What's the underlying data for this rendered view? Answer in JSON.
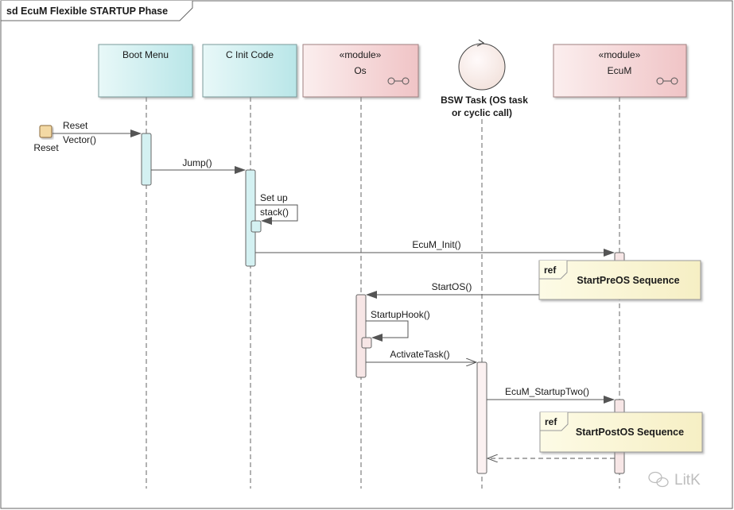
{
  "frame": {
    "title": "sd EcuM Flexible STARTUP Phase"
  },
  "lifelines": [
    {
      "id": "boot",
      "name": "Boot Menu",
      "stereotype": ""
    },
    {
      "id": "cinit",
      "name": "C Init Code",
      "stereotype": ""
    },
    {
      "id": "os",
      "name": "Os",
      "stereotype": "«module»"
    },
    {
      "id": "bsw",
      "name_line1": "BSW Task (OS task",
      "name_line2": "or cyclic call)"
    },
    {
      "id": "ecum",
      "name": "EcuM",
      "stereotype": "«module»"
    }
  ],
  "initial": {
    "label": "Reset",
    "message_line1": "Reset",
    "message_line2": "Vector()"
  },
  "messages": {
    "jump": "Jump()",
    "setup_line1": "Set up",
    "setup_line2": "stack()",
    "ecum_init": "EcuM_Init()",
    "startos": "StartOS()",
    "startuphook": "StartupHook()",
    "activatetask": "ActivateTask()",
    "startuptwo": "EcuM_StartupTwo()"
  },
  "refs": [
    {
      "tag": "ref",
      "name": "StartPreOS Sequence"
    },
    {
      "tag": "ref",
      "name": "StartPostOS Sequence"
    }
  ],
  "watermark": "LitK",
  "colors": {
    "cyan_fill": "#d4f1f2",
    "pink_fill": "#f7dede",
    "note_fill": "#faf6d0",
    "line": "#444444"
  }
}
